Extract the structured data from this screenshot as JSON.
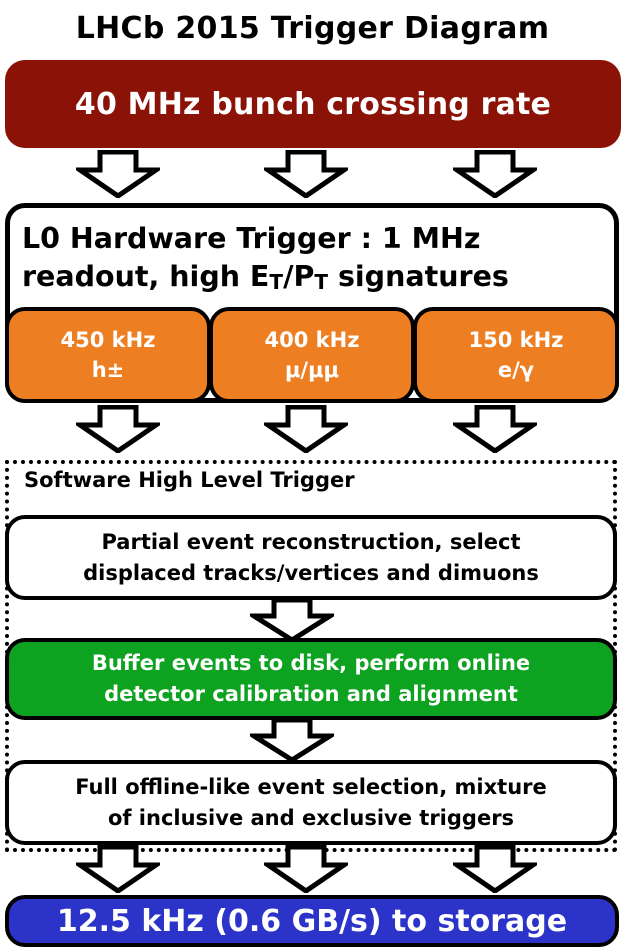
{
  "title": "LHCb 2015 Trigger Diagram",
  "input_rate": "40 MHz bunch crossing rate",
  "l0": {
    "line1": "L0 Hardware Trigger : 1 MHz",
    "line2_pre": "readout, high E",
    "sub1": "T",
    "slash": "/P",
    "sub2": "T",
    "line2_post": " signatures",
    "rates": [
      {
        "rate": "450 kHz",
        "particle": "h±"
      },
      {
        "rate": "400 kHz",
        "particle": "μ/μμ"
      },
      {
        "rate": "150 kHz",
        "particle": "e/γ"
      }
    ]
  },
  "hlt": {
    "label": "Software High Level Trigger",
    "steps": [
      {
        "line1": "Partial event reconstruction, select",
        "line2": "displaced tracks/vertices and dimuons"
      },
      {
        "line1": "Buffer events to disk, perform online",
        "line2": "detector calibration and alignment"
      },
      {
        "line1": "Full offline-like event selection, mixture",
        "line2": "of inclusive and exclusive triggers"
      }
    ]
  },
  "output_rate": "12.5 kHz (0.6 GB/s) to storage",
  "colors": {
    "input_banner": "#8b1207",
    "l0_rate_box": "#ed7f22",
    "calibration_box": "#0da21f",
    "output_banner": "#2b33c9"
  }
}
